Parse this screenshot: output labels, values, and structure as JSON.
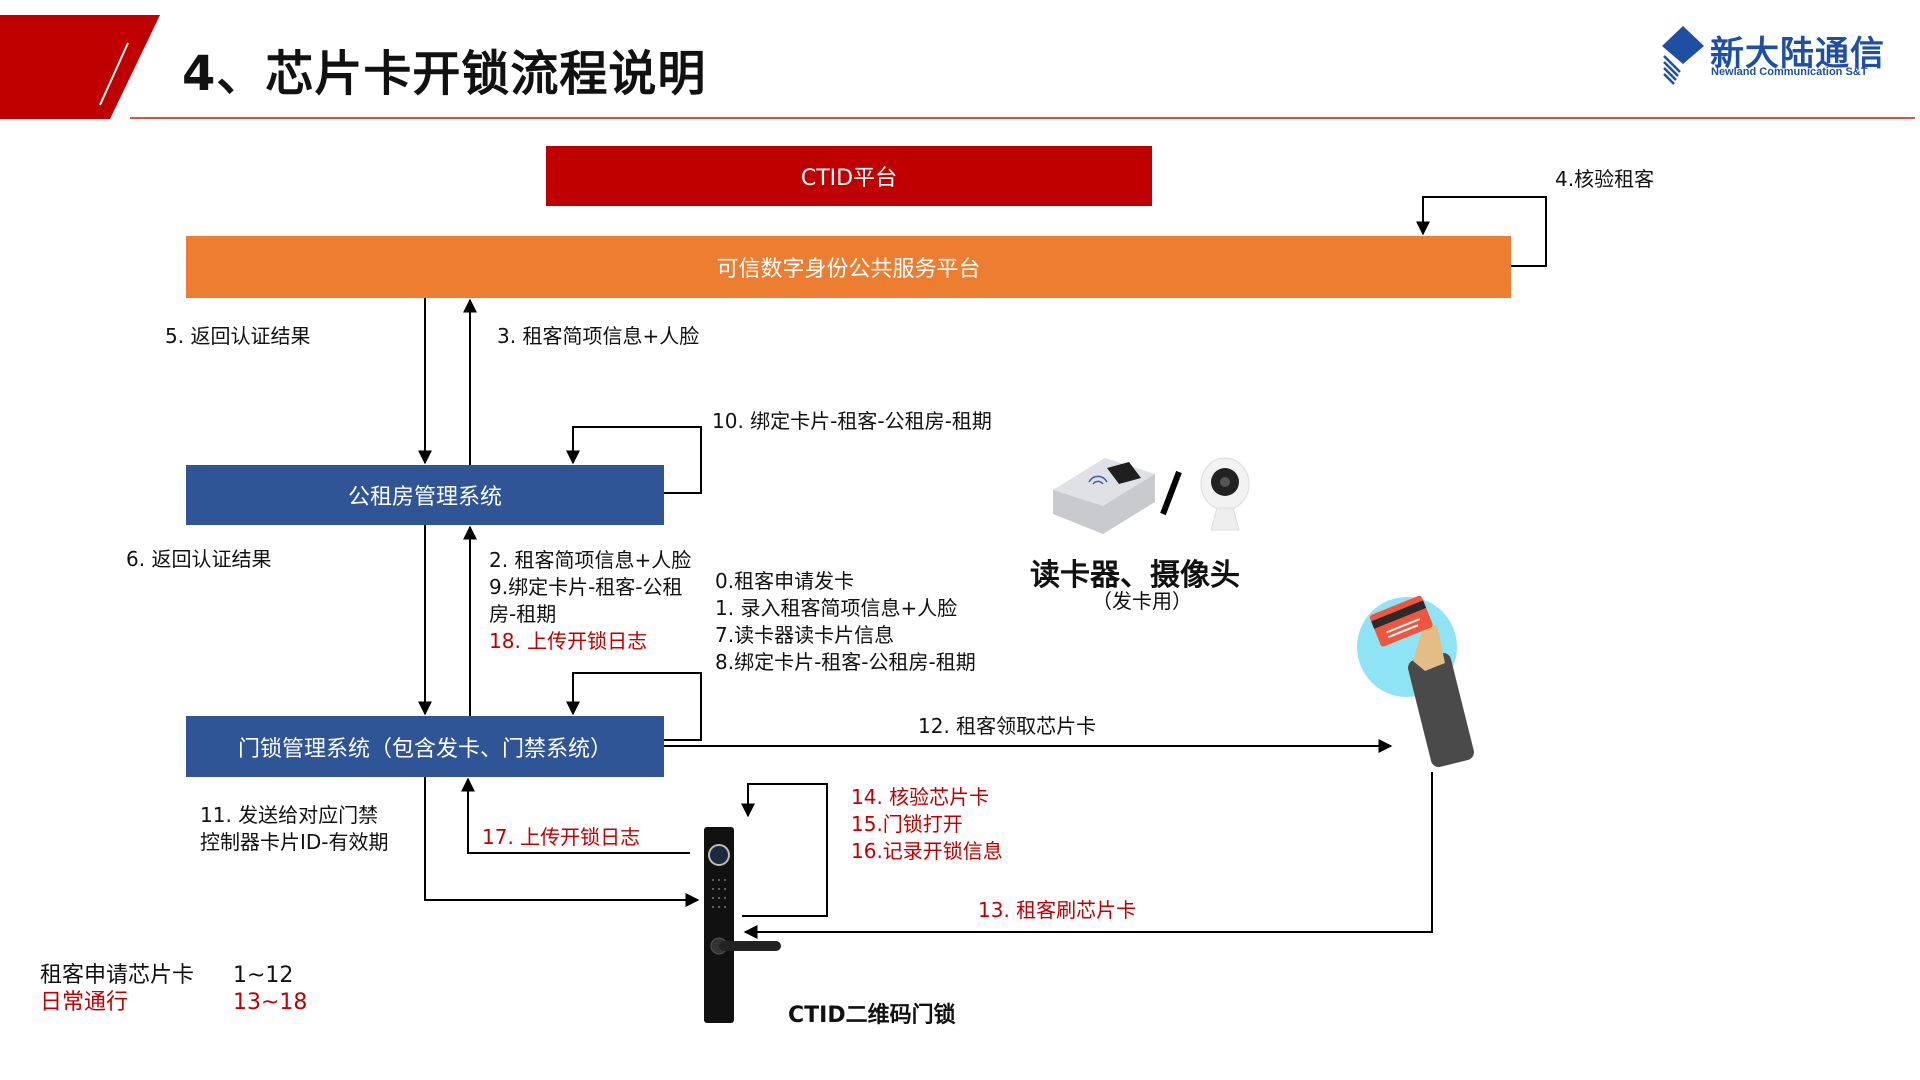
{
  "header": {
    "title": "4、芯片卡开锁流程说明",
    "logo_cn": "新大陆通信",
    "logo_en": "Newland Communication S&T"
  },
  "colors": {
    "header_red": "#c00000",
    "ctid_platform": "#c00000",
    "public_service_platform": "#ed7d31",
    "system_box": "#2f5597",
    "logo_blue": "#1e4fa3",
    "daily_text": "#c00000"
  },
  "nodes": {
    "ctid_platform": "CTID平台",
    "trusted_id_platform": "可信数字身份公共服务平台",
    "public_rental_system": "公租房管理系统",
    "door_lock_system": "门锁管理系统（包含发卡、门禁系统）",
    "reader_camera": "读卡器、摄像头",
    "reader_camera_sub": "（发卡用）",
    "ctid_lock": "CTID二维码门锁"
  },
  "steps": {
    "s4": "4.核验租客",
    "s5": "5. 返回认证结果",
    "s3": "3. 租客简项信息+人脸",
    "s10": "10. 绑定卡片-租客-公租房-租期",
    "s6": "6. 返回认证结果",
    "s2": "2. 租客简项信息+人脸",
    "s9a": "9.绑定卡片-租客-公租",
    "s9b": "房-租期",
    "s18": "18. 上传开锁日志",
    "s0": "0.租客申请发卡",
    "s1": "1. 录入租客简项信息+人脸",
    "s7": "7.读卡器读卡片信息",
    "s8": "8.绑定卡片-租客-公租房-租期",
    "s12": "12. 租客领取芯片卡",
    "s11a": "11. 发送给对应门禁",
    "s11b": "控制器卡片ID-有效期",
    "s17": "17. 上传开锁日志",
    "s14": "14. 核验芯片卡",
    "s15": "15.门锁打开",
    "s16": "16.记录开锁信息",
    "s13": "13. 租客刷芯片卡"
  },
  "legend": {
    "apply_label": "租客申请芯片卡",
    "apply_range": "1~12",
    "daily_label": "日常通行",
    "daily_range": "13~18"
  }
}
